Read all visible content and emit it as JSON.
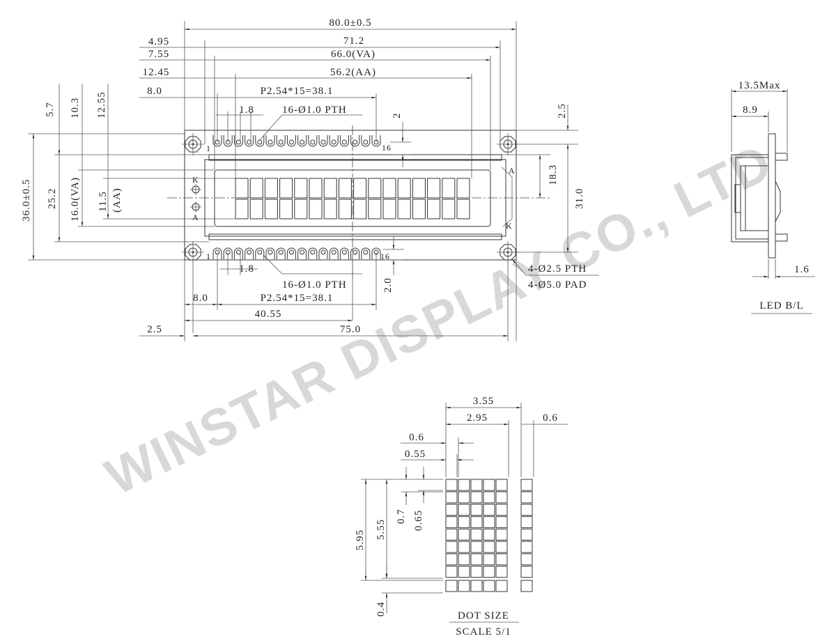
{
  "watermark": "WINSTAR DISPLAY CO., LTD",
  "front_view": {
    "dim_top": {
      "overall_width": "80.0±0.5",
      "pcb_hole_span": "71.2",
      "va_width": "66.0(VA)",
      "aa_width": "56.2(AA)",
      "pin_pitch": "P2.54*15=38.1",
      "pin_spacing": "1.8",
      "pin_holes": "16-Ø1.0 PTH",
      "pin_edge": "2",
      "top_edge": "2.5"
    },
    "dim_left_offsets": {
      "hole": "4.95",
      "va": "7.55",
      "aa": "12.45",
      "pin": "8.0"
    },
    "dim_left_vertical": {
      "overall_height": "36.0±0.5",
      "bezel_height": "25.2",
      "va_height": "16.0(VA)",
      "aa_height": "11.5",
      "aa_label": "(AA)",
      "offset1": "5.7",
      "offset2": "10.3",
      "offset3": "12.55"
    },
    "dim_right": {
      "center": "18.3",
      "holes": "31.0"
    },
    "dim_bottom": {
      "pin_spacing": "1.8",
      "pin_holes": "16-Ø1.0 PTH",
      "pin_edge": "2.0",
      "pin_offset": "8.0",
      "pin_pitch": "P2.54*15=38.1",
      "center": "40.55",
      "edge": "2.5",
      "hole_span": "75.0"
    },
    "mount_holes": {
      "pth": "4-Ø2.5 PTH",
      "pad": "4-Ø5.0 PAD"
    },
    "pin_labels": {
      "first": "1",
      "last": "16"
    },
    "led_labels": {
      "k": "K",
      "a": "A"
    },
    "chars": {
      "columns": 16,
      "rows": 2
    },
    "pins": 16
  },
  "side_view": {
    "max_thickness": "13.5Max",
    "depth": "8.9",
    "pcb": "1.6",
    "title": "LED B/L"
  },
  "dot_size": {
    "w_total": "3.55",
    "w_char": "2.95",
    "gap_col": "0.6",
    "dot_pitch_x": "0.6",
    "dot_w": "0.55",
    "h_total": "5.95",
    "h_char": "5.55",
    "dot_pitch_y": "0.7",
    "dot_h": "0.65",
    "cursor_gap": "0.4",
    "title": "DOT SIZE",
    "scale": "SCALE 5/1",
    "cols": 5,
    "rows": 8
  }
}
